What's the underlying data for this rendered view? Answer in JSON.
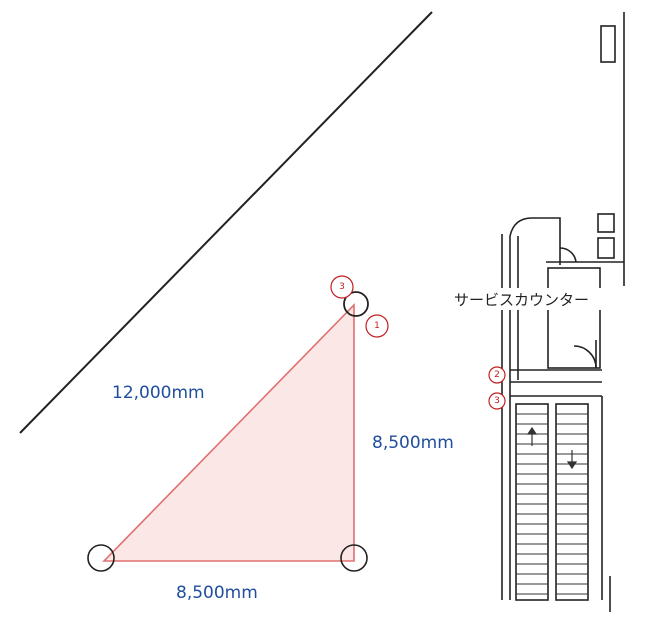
{
  "labels": {
    "hypotenuse": "12,000mm",
    "vertical": "8,500mm",
    "horizontal": "8,500mm",
    "service_counter": "サービスカウンター"
  },
  "markers": {
    "top_left": "3",
    "top_right": "1",
    "side_upper": "2",
    "side_lower": "3"
  },
  "colors": {
    "triangle_line": "#e07070",
    "triangle_fill": "#fbe8e6",
    "dimension_text": "#1f4e9c",
    "marker_red": "#c02020",
    "drawing_line": "#222222"
  }
}
